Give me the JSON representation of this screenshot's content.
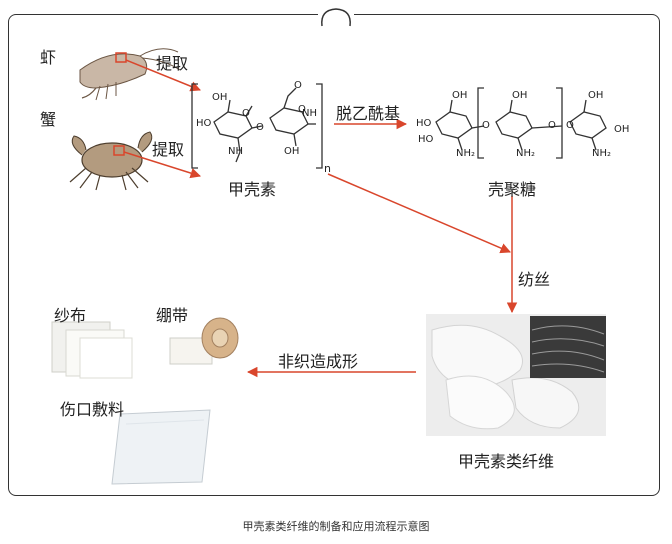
{
  "sources": {
    "shrimp": "虾",
    "crab": "蟹"
  },
  "steps": {
    "extract_1": "提取",
    "extract_2": "提取",
    "deacetylation": "脱乙酰基",
    "spinning": "纺丝",
    "nonwoven": "非织造成形"
  },
  "molecules": {
    "chitin": "甲壳素",
    "chitosan": "壳聚糖",
    "n": "n",
    "chitin_atoms": {
      "oh1": "OH",
      "ho": "HO",
      "o1": "O",
      "o2": "O",
      "o3": "O",
      "nh": "NH",
      "nh2": "NH",
      "oh2": "OH",
      "o_acetyl": "O"
    },
    "chitosan_atoms": {
      "oh1": "OH",
      "ho1": "HO",
      "ho2": "HO",
      "nh2a": "NH₂",
      "o1": "O",
      "oh2": "OH",
      "o2": "O",
      "nh2b": "NH₂",
      "oh3": "OH",
      "o3": "O",
      "oh4": "OH",
      "nh2c": "NH₂"
    }
  },
  "products": {
    "gauze": "纱布",
    "bandage": "绷带",
    "wound_dressing": "伤口敷料",
    "fiber": "甲壳素类纤维"
  },
  "caption": "甲壳素类纤维的制备和应用流程示意图",
  "colors": {
    "arrow": "#d9462c",
    "frame": "#333333"
  }
}
